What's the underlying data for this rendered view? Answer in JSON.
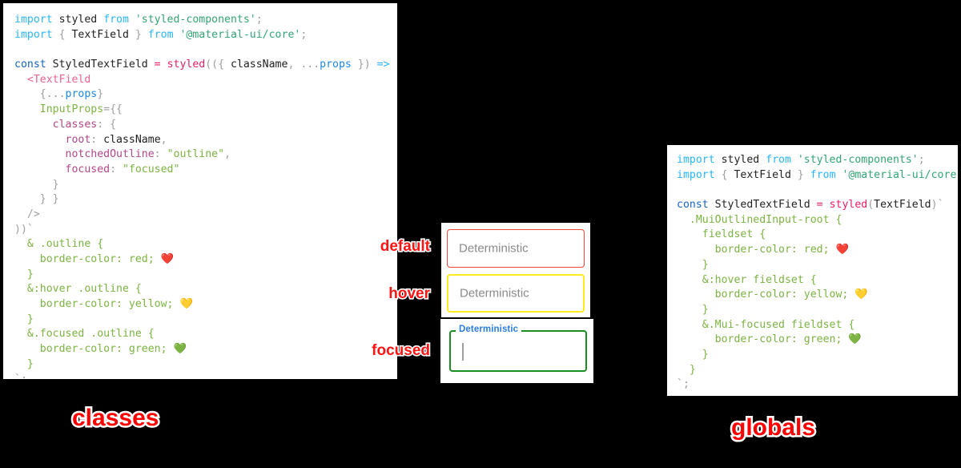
{
  "panels": {
    "classes": {
      "caption": "classes",
      "code": [
        [
          [
            "import ",
            "t-kw"
          ],
          [
            "styled",
            "t-plain"
          ],
          [
            " from ",
            "t-kw"
          ],
          [
            "'styled-components'",
            "t-str"
          ],
          [
            ";",
            "t-punct"
          ]
        ],
        [
          [
            "import ",
            "t-kw"
          ],
          [
            "{ ",
            "t-punct"
          ],
          [
            "TextField",
            "t-plain"
          ],
          [
            " }",
            "t-punct"
          ],
          [
            " from ",
            "t-kw"
          ],
          [
            "'@material-ui/core'",
            "t-str"
          ],
          [
            ";",
            "t-punct"
          ]
        ],
        [
          [
            "",
            ""
          ]
        ],
        [
          [
            "const ",
            "t-kw2"
          ],
          [
            "StyledTextField",
            "t-plain"
          ],
          [
            " = ",
            "t-fn"
          ],
          [
            "styled",
            "t-fn"
          ],
          [
            "(({ ",
            "t-punct"
          ],
          [
            "className",
            "t-plain"
          ],
          [
            ", ",
            "t-punct"
          ],
          [
            "...",
            "t-punct"
          ],
          [
            "props",
            "t-var"
          ],
          [
            " }) ",
            "t-punct"
          ],
          [
            "=>",
            "t-arrow"
          ],
          [
            " (",
            "t-punct"
          ]
        ],
        [
          [
            "  <",
            "t-tag"
          ],
          [
            "TextField",
            "t-tag"
          ]
        ],
        [
          [
            "    {...",
            "t-punct"
          ],
          [
            "props",
            "t-var"
          ],
          [
            "}",
            "t-punct"
          ]
        ],
        [
          [
            "    InputProps",
            "t-prop"
          ],
          [
            "={{",
            "t-punct"
          ]
        ],
        [
          [
            "      classes",
            "t-key"
          ],
          [
            ": {",
            "t-punct"
          ]
        ],
        [
          [
            "        root",
            "t-key"
          ],
          [
            ": ",
            "t-punct"
          ],
          [
            "className",
            "t-plain"
          ],
          [
            ",",
            "t-punct"
          ]
        ],
        [
          [
            "        notchedOutline",
            "t-key"
          ],
          [
            ": ",
            "t-punct"
          ],
          [
            "\"outline\"",
            "t-val"
          ],
          [
            ",",
            "t-punct"
          ]
        ],
        [
          [
            "        focused",
            "t-key"
          ],
          [
            ": ",
            "t-punct"
          ],
          [
            "\"focused\"",
            "t-val"
          ]
        ],
        [
          [
            "      }",
            "t-punct"
          ]
        ],
        [
          [
            "    } }",
            "t-punct"
          ]
        ],
        [
          [
            "  />",
            "t-punct"
          ]
        ],
        [
          [
            "))`",
            "t-punct"
          ]
        ],
        [
          [
            "  & .outline {",
            "t-css"
          ]
        ],
        [
          [
            "    border-color: red; ",
            "t-css"
          ],
          [
            "❤️",
            "heart"
          ]
        ],
        [
          [
            "  }",
            "t-css"
          ]
        ],
        [
          [
            "  &:hover .outline {",
            "t-css"
          ]
        ],
        [
          [
            "    border-color: yellow; ",
            "t-css"
          ],
          [
            "💛",
            "heart"
          ]
        ],
        [
          [
            "  }",
            "t-css"
          ]
        ],
        [
          [
            "  &.focused .outline {",
            "t-css"
          ]
        ],
        [
          [
            "    border-color: green; ",
            "t-css"
          ],
          [
            "💚",
            "heart"
          ]
        ],
        [
          [
            "  }",
            "t-css"
          ]
        ],
        [
          [
            "`;",
            "t-punct"
          ]
        ]
      ]
    },
    "globals": {
      "caption": "globals",
      "code": [
        [
          [
            "import ",
            "t-kw"
          ],
          [
            "styled",
            "t-plain"
          ],
          [
            " from ",
            "t-kw"
          ],
          [
            "'styled-components'",
            "t-str"
          ],
          [
            ";",
            "t-punct"
          ]
        ],
        [
          [
            "import ",
            "t-kw"
          ],
          [
            "{ ",
            "t-punct"
          ],
          [
            "TextField",
            "t-plain"
          ],
          [
            " }",
            "t-punct"
          ],
          [
            " from ",
            "t-kw"
          ],
          [
            "'@material-ui/core'",
            "t-str"
          ],
          [
            ";",
            "t-punct"
          ]
        ],
        [
          [
            "",
            ""
          ]
        ],
        [
          [
            "const ",
            "t-kw2"
          ],
          [
            "StyledTextField",
            "t-plain"
          ],
          [
            " = ",
            "t-fn"
          ],
          [
            "styled",
            "t-fn"
          ],
          [
            "(",
            "t-punct"
          ],
          [
            "TextField",
            "t-plain"
          ],
          [
            ")`",
            "t-punct"
          ]
        ],
        [
          [
            "  .MuiOutlinedInput-root {",
            "t-css"
          ]
        ],
        [
          [
            "    fieldset {",
            "t-css"
          ]
        ],
        [
          [
            "      border-color: red; ",
            "t-css"
          ],
          [
            "❤️",
            "heart"
          ]
        ],
        [
          [
            "    }",
            "t-css"
          ]
        ],
        [
          [
            "    &:hover fieldset {",
            "t-css"
          ]
        ],
        [
          [
            "      border-color: yellow; ",
            "t-css"
          ],
          [
            "💛",
            "heart"
          ]
        ],
        [
          [
            "    }",
            "t-css"
          ]
        ],
        [
          [
            "    &.Mui-focused fieldset {",
            "t-css"
          ]
        ],
        [
          [
            "      border-color: green; ",
            "t-css"
          ],
          [
            "💚",
            "heart"
          ]
        ],
        [
          [
            "    }",
            "t-css"
          ]
        ],
        [
          [
            "  }",
            "t-css"
          ]
        ],
        [
          [
            "`;",
            "t-punct"
          ]
        ]
      ]
    }
  },
  "demo": {
    "state_labels": {
      "default": "default",
      "hover": "hover",
      "focused": "focused"
    },
    "fields": {
      "default": {
        "value": "Deterministic",
        "border_color": "#f4463c"
      },
      "hover": {
        "value": "Deterministic",
        "border_color": "#ffeb1e"
      },
      "focused": {
        "label": "Deterministic",
        "value": "",
        "border_color": "#1a8f20",
        "label_color": "#2a7de1"
      }
    }
  },
  "colors": {
    "accent_red": "#ff0000",
    "state_red": "#ff1414",
    "border_red": "#f4463c",
    "border_yellow": "#ffeb1e",
    "border_green": "#1a8f20",
    "label_blue": "#2a7de1"
  }
}
